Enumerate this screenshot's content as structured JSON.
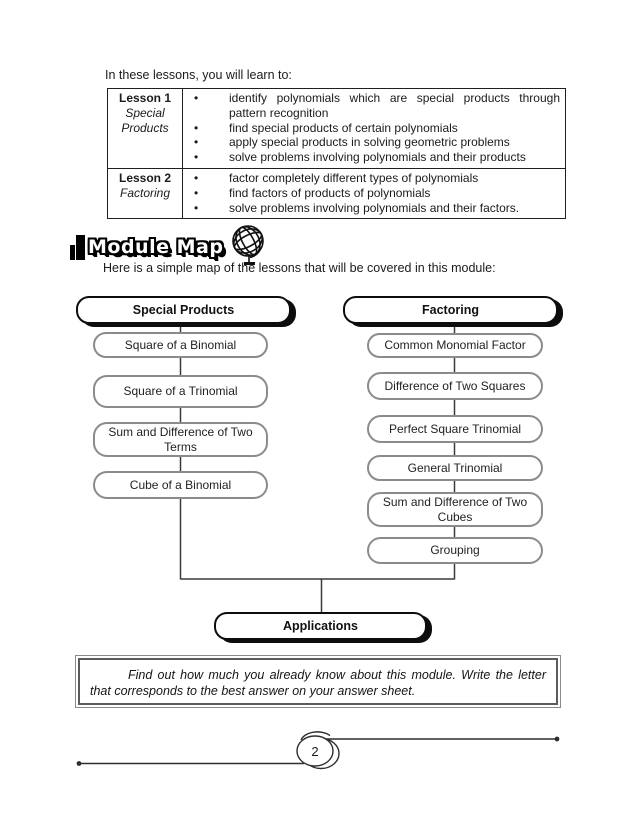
{
  "intro_text": "In these lessons, you will learn to:",
  "objectives_table": {
    "bullet_char": "•",
    "rows": [
      {
        "lesson_label": "Lesson 1",
        "lesson_subtitle": "Special Products",
        "bullets": [
          "identify polynomials which are special products through pattern recognition",
          "find special products of certain polynomials",
          "apply special products in solving geometric problems",
          "solve problems involving polynomials and their products"
        ]
      },
      {
        "lesson_label": "Lesson 2",
        "lesson_subtitle": "Factoring",
        "bullets": [
          "factor completely different types of polynomials",
          "find factors of products of polynomials",
          "solve problems involving polynomials and their factors."
        ]
      }
    ]
  },
  "module_map": {
    "title": "Module Map",
    "description": "Here is a simple map of the lessons that will be covered in this module:",
    "icons": {
      "title_bar": "bar-icon",
      "globe": "globe-icon"
    }
  },
  "flowchart": {
    "left": {
      "header": "Special Products",
      "items": [
        "Square of a Binomial",
        "Square of a Trinomial",
        "Sum and Difference of Two Terms",
        "Cube of a Binomial"
      ]
    },
    "right": {
      "header": "Factoring",
      "items": [
        "Common Monomial Factor",
        "Difference of Two Squares",
        "Perfect Square Trinomial",
        "General Trinomial",
        "Sum and Difference of Two Cubes",
        "Grouping"
      ]
    },
    "bottom": "Applications"
  },
  "note_box": {
    "text": "Find out how much you already know about this module. Write the letter that corresponds to the best answer on your answer sheet."
  },
  "footer": {
    "page_number": "2"
  },
  "colors": {
    "ink": "#1b1b1b",
    "node_border_gray": "#8b8b8b",
    "header_black": "#0d0d0d"
  }
}
